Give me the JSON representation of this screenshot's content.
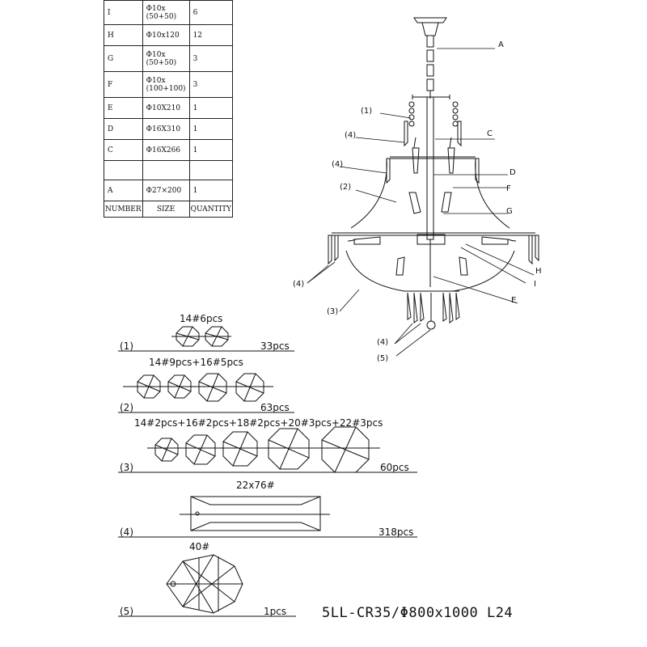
{
  "table": {
    "rows": [
      {
        "number": "I",
        "size": "Φ10x\n(50+50)",
        "quantity": "6"
      },
      {
        "number": "H",
        "size": "Φ10x120",
        "quantity": "12"
      },
      {
        "number": "G",
        "size": "Φ10x\n(50+50)",
        "quantity": "3"
      },
      {
        "number": "F",
        "size": "Φ10x\n(100+100)",
        "quantity": "3"
      },
      {
        "number": "E",
        "size": "Φ10X210",
        "quantity": "1"
      },
      {
        "number": "D",
        "size": "Φ16X310",
        "quantity": "1"
      },
      {
        "number": "C",
        "size": "Φ16X266",
        "quantity": "1"
      },
      {
        "number": "",
        "size": "",
        "quantity": ""
      },
      {
        "number": "A",
        "size": "Φ27×200",
        "quantity": "1"
      }
    ],
    "header": {
      "number": "NUMBER",
      "size": "SIZE",
      "quantity": "QUANTITY"
    }
  },
  "callouts": {
    "A": "A",
    "C": "C",
    "D": "D",
    "F": "F",
    "G": "G",
    "H": "H",
    "I": "I",
    "E": "E",
    "p1": "(1)",
    "p4a": "(4)",
    "p4b": "(4)",
    "p2": "(2)",
    "p4c": "(4)",
    "p3": "(3)",
    "p4d": "(4)",
    "p5": "(5)"
  },
  "parts": [
    {
      "index": "(1)",
      "spec": "14#6pcs",
      "total": "33pcs"
    },
    {
      "index": "(2)",
      "spec": "14#9pcs+16#5pcs",
      "total": "63pcs"
    },
    {
      "index": "(3)",
      "spec": "14#2pcs+16#2pcs+18#2pcs+20#3pcs+22#3pcs",
      "total": "60pcs"
    },
    {
      "index": "(4)",
      "spec": "22x76#",
      "total": "318pcs"
    },
    {
      "index": "(5)",
      "spec": "40#",
      "total": "1pcs"
    }
  ],
  "model": "5LL-CR35/Φ800x1000 L24"
}
